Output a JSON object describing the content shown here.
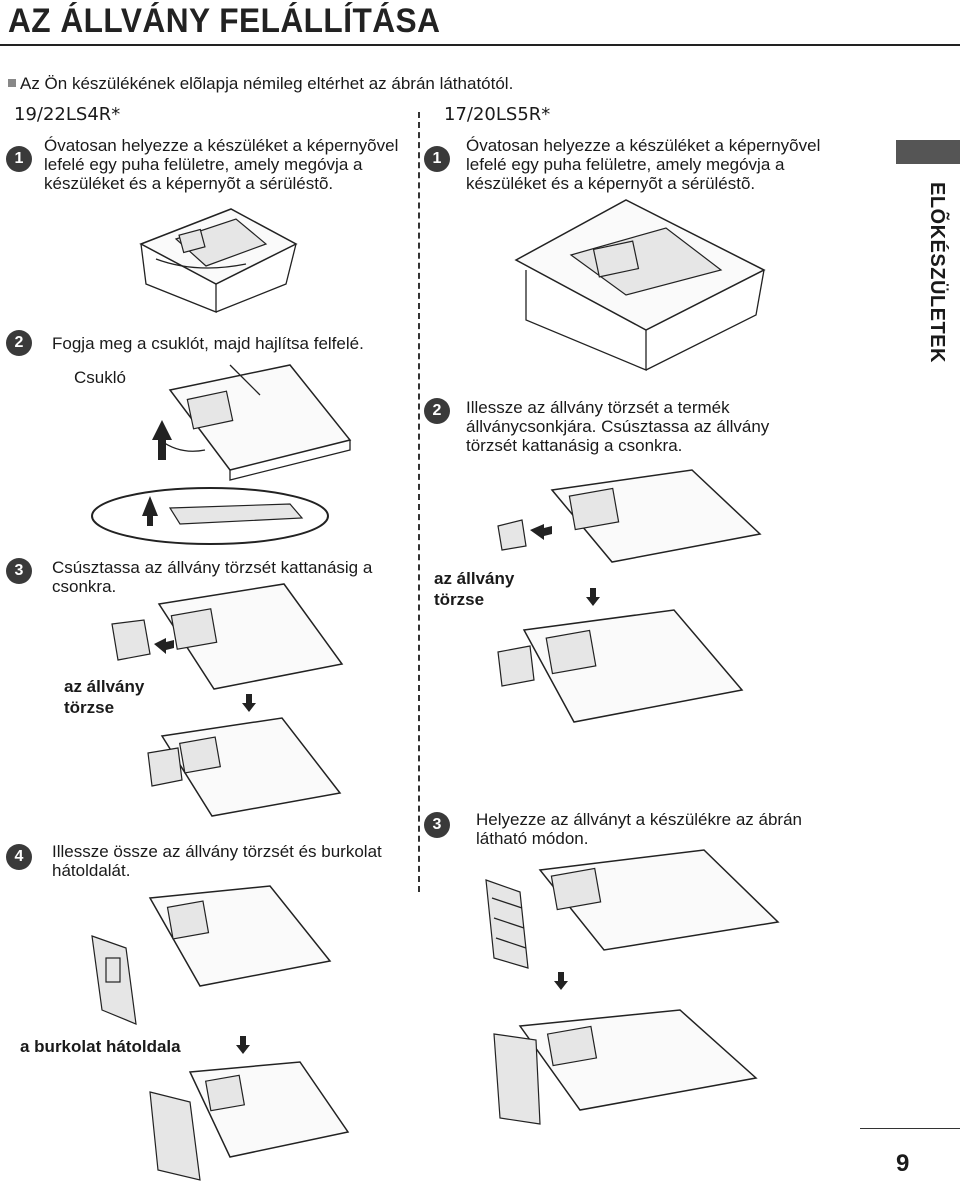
{
  "header": {
    "title": "AZ ÁLLVÁNY FELÁLLÍTÁSA"
  },
  "note": "Az Ön készülékének elõlapja némileg eltérhet az ábrán láthatótól.",
  "left": {
    "model": "19/22LS4R*",
    "steps": [
      {
        "num": "1",
        "text": "Óvatosan helyezze a készüléket a képernyõvel lefelé egy puha felületre, amely megóvja a készüléket és a képernyõt a sérüléstõ."
      },
      {
        "num": "2",
        "text": "Fogja meg a csuklót, majd hajlítsa felfelé."
      },
      {
        "num": "3",
        "text": "Csúsztassa az állvány törzsét kattanásig a csonkra."
      },
      {
        "num": "4",
        "text": "Illessze össze az állvány törzsét és burkolat hátoldalát."
      }
    ],
    "labels": {
      "hinge": "Csukló",
      "stand_body": "az állvány törzse",
      "cover_back": "a burkolat hátoldala"
    }
  },
  "right": {
    "model": "17/20LS5R*",
    "steps": [
      {
        "num": "1",
        "text": "Óvatosan helyezze a készüléket a képernyõvel lefelé egy puha felületre, amely megóvja a készüléket és a képernyõt a sérüléstõ."
      },
      {
        "num": "2",
        "text": "Illessze az állvány törzsét a termék állványcsonkjára. Csúsztassa az állvány törzsét kattanásig a csonkra."
      },
      {
        "num": "3",
        "text": "Helyezze az állványt a készülékre az ábrán látható módon."
      }
    ],
    "labels": {
      "stand_body": "az állvány törzse"
    }
  },
  "side_tab": {
    "label": "ELÕKÉSZÜLETEK"
  },
  "footer": {
    "page_number": "9"
  }
}
